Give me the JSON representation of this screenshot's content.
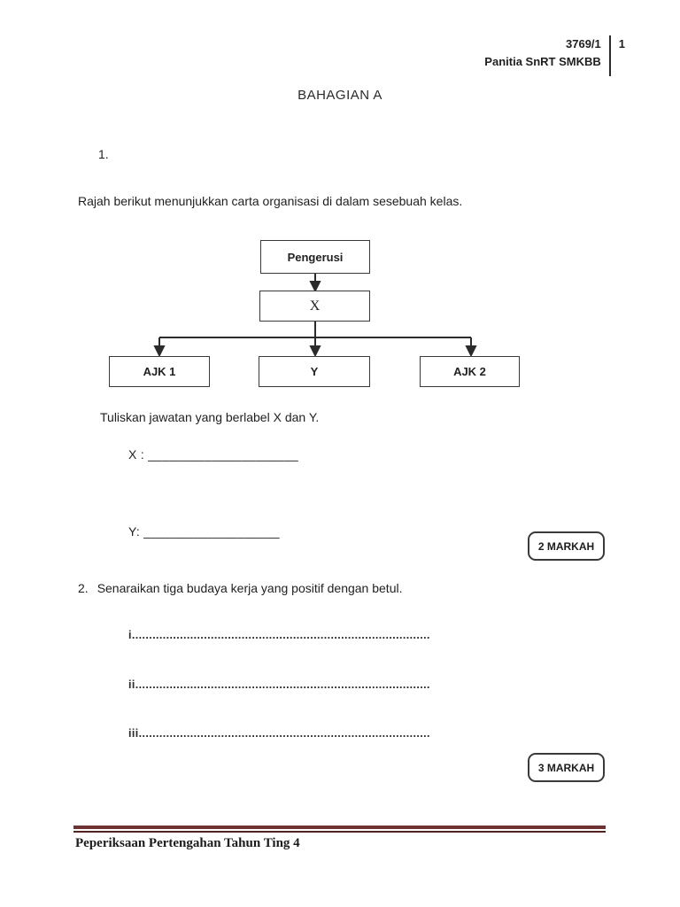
{
  "header": {
    "paper_code": "3769/1",
    "committee": "Panitia SnRT SMKBB",
    "page_number": "1"
  },
  "section_title": "BAHAGIAN A",
  "question1": {
    "number": "1.",
    "intro": "Rajah  berikut menunjukkan carta organisasi di dalam sesebuah kelas.",
    "chart": {
      "type": "org-chart",
      "root": "Pengerusi",
      "level2": "X",
      "children": [
        "AJK 1",
        "Y",
        "AJK 2"
      ]
    },
    "instruction": "Tuliskan jawatan yang berlabel X dan Y.",
    "answer_line_x": "X : _____________________",
    "answer_line_y": "Y: ___________________",
    "marks_label": "2 MARKAH"
  },
  "question2": {
    "number": "2.",
    "text": "Senaraikan tiga budaya kerja yang positif dengan betul.",
    "items": [
      "i.......................................................................................................................",
      "ii......................................................................................................................",
      "iii....................................................................................................................."
    ],
    "marks_label": "3 MARKAH"
  },
  "footer": {
    "text": "Peperiksaan Pertengahan Tahun Ting 4"
  },
  "colors": {
    "footer_rule": "#6d3231",
    "line_color": "#2b2b2b"
  }
}
